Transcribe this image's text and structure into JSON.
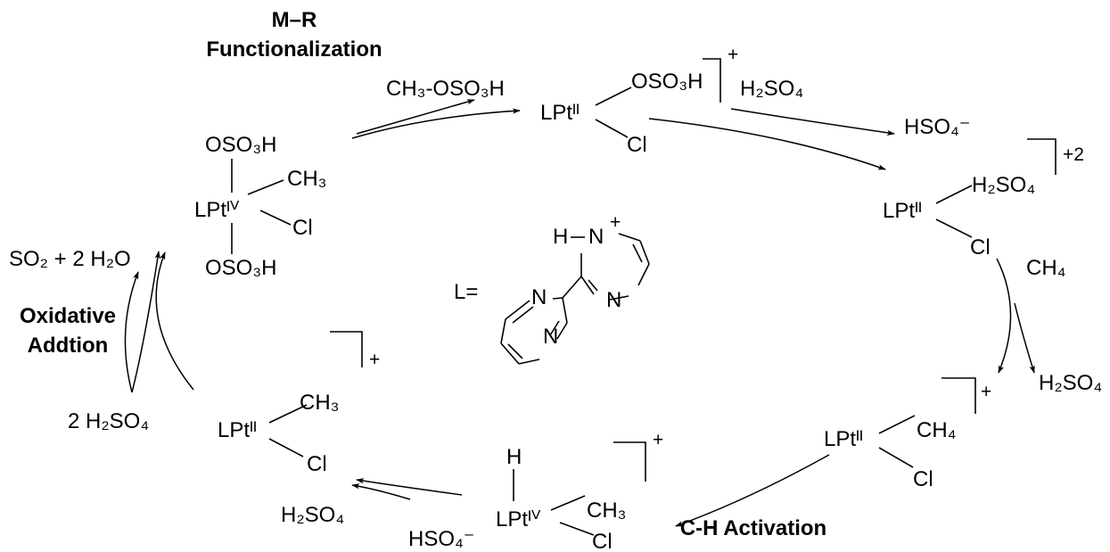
{
  "labels": {
    "mr_line1": "M–R",
    "mr_line2": "Functionalization",
    "oxidative_line1": "Oxidative",
    "oxidative_line2": "Addtion",
    "ch_activation": "C-H Activation"
  },
  "ligand_label": "L=",
  "ligand_atoms": {
    "h": "H",
    "n": "N"
  },
  "reagents": {
    "methyl_bisulfate": "CH₃-OSO₃H",
    "h2so4": "H₂SO₄",
    "hso4": "HSO₄⁻",
    "ch4": "CH₄",
    "so2_water": "SO₂ + 2 H₂O",
    "two_h2so4": "2 H₂SO₄"
  },
  "species": {
    "lpt2": "LPtᴵᴵ",
    "lpt4": "LPtᴵⱽ",
    "osoh": "OSO₃H",
    "h2so4": "H₂SO₄",
    "ch3": "CH₃",
    "ch4": "CH₄",
    "cl": "Cl",
    "h": "H"
  },
  "charges": {
    "plus": "+",
    "plus2": "+2"
  }
}
